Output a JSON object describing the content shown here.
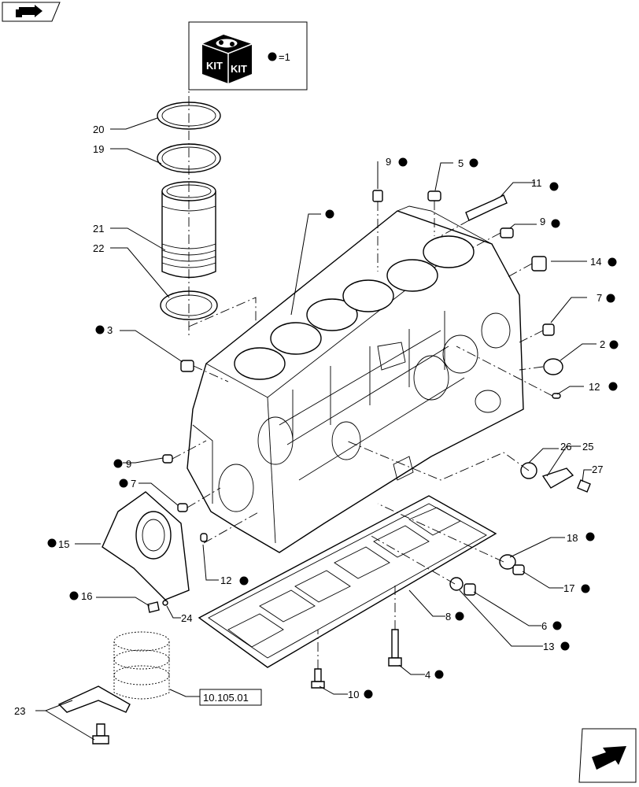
{
  "kit_legend": {
    "box_icon_text": "KIT",
    "equals_text": "=1"
  },
  "reference_box": {
    "text": "10.105.01"
  },
  "callouts": [
    {
      "id": "c20",
      "text": "20",
      "dot": false
    },
    {
      "id": "c19",
      "text": "19",
      "dot": false
    },
    {
      "id": "c21",
      "text": "21",
      "dot": false
    },
    {
      "id": "c22",
      "text": "22",
      "dot": false
    },
    {
      "id": "c9a",
      "text": "9",
      "dot": true
    },
    {
      "id": "c5",
      "text": "5",
      "dot": true
    },
    {
      "id": "c11",
      "text": "11",
      "dot": true
    },
    {
      "id": "c9b",
      "text": "9",
      "dot": true
    },
    {
      "id": "c14",
      "text": "14",
      "dot": true
    },
    {
      "id": "c7a",
      "text": "7",
      "dot": true
    },
    {
      "id": "c2",
      "text": "2",
      "dot": true
    },
    {
      "id": "c12a",
      "text": "12",
      "dot": true
    },
    {
      "id": "c3",
      "text": "3",
      "dot": true
    },
    {
      "id": "c9c",
      "text": "9",
      "dot": true
    },
    {
      "id": "c7b",
      "text": "7",
      "dot": true
    },
    {
      "id": "c26",
      "text": "26",
      "dot": false
    },
    {
      "id": "c25",
      "text": "25",
      "dot": false
    },
    {
      "id": "c27",
      "text": "27",
      "dot": false
    },
    {
      "id": "c15",
      "text": "15",
      "dot": true
    },
    {
      "id": "c12b",
      "text": "12",
      "dot": true
    },
    {
      "id": "c16",
      "text": "16",
      "dot": true
    },
    {
      "id": "c24",
      "text": "24",
      "dot": false
    },
    {
      "id": "c18",
      "text": "18",
      "dot": true
    },
    {
      "id": "c17",
      "text": "17",
      "dot": true
    },
    {
      "id": "c8",
      "text": "8",
      "dot": true
    },
    {
      "id": "c6",
      "text": "6",
      "dot": true
    },
    {
      "id": "c13",
      "text": "13",
      "dot": true
    },
    {
      "id": "c4",
      "text": "4",
      "dot": true
    },
    {
      "id": "c10",
      "text": "10",
      "dot": true
    },
    {
      "id": "c23",
      "text": "23",
      "dot": false
    }
  ],
  "colors": {
    "line": "#000000",
    "background": "#ffffff"
  },
  "icons": {
    "top_left": "book-arrow-icon",
    "bottom_right": "next-page-arrow-icon"
  }
}
